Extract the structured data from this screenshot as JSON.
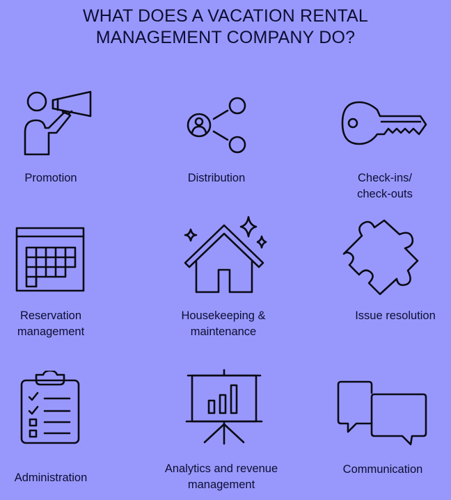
{
  "title": {
    "line1": "WHAT DOES A VACATION RENTAL",
    "line2": "MANAGEMENT COMPANY DO?"
  },
  "items": [
    {
      "icon": "megaphone-person-icon",
      "line1": "Promotion",
      "line2": ""
    },
    {
      "icon": "share-network-icon",
      "line1": "Distribution",
      "line2": ""
    },
    {
      "icon": "key-icon",
      "line1": "Check-ins/",
      "line2": "check-outs"
    },
    {
      "icon": "calendar-icon",
      "line1": "Reservation",
      "line2": "management"
    },
    {
      "icon": "house-sparkle-icon",
      "line1": "Housekeeping &",
      "line2": "maintenance"
    },
    {
      "icon": "puzzle-piece-icon",
      "line1": "Issue resolution",
      "line2": ""
    },
    {
      "icon": "clipboard-checklist-icon",
      "line1": "Administration",
      "line2": ""
    },
    {
      "icon": "presentation-chart-icon",
      "line1": "Analytics and revenue",
      "line2": "management"
    },
    {
      "icon": "chat-bubbles-icon",
      "line1": "Communication",
      "line2": ""
    }
  ],
  "colors": {
    "background": "#9898fc",
    "text": "#0d0d33"
  }
}
